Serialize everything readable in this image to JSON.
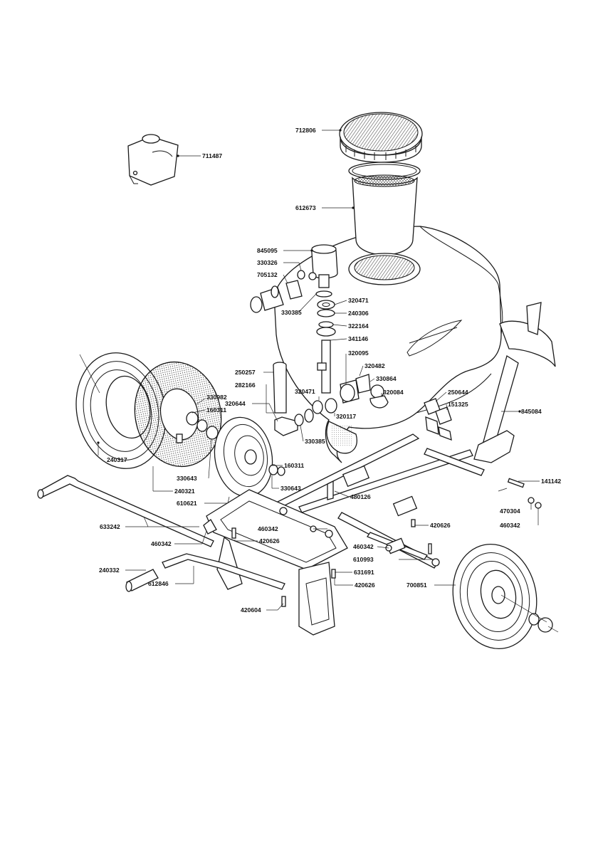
{
  "labels": {
    "p711487": "711487",
    "p712806": "712806",
    "p612673": "612673",
    "p845095": "845095",
    "p330326": "330326",
    "p705132": "705132",
    "p330385a": "330385",
    "p320471a": "320471",
    "p240306": "240306",
    "p322164": "322164",
    "p341146": "341146",
    "p320095": "320095",
    "p320482": "320482",
    "p330864": "330864",
    "p320084": "320084",
    "p250644": "250644",
    "p151325": "151325",
    "p845084": "845084",
    "p250257": "250257",
    "p282166": "282166",
    "p320644": "320644",
    "p320471b": "320471",
    "p320117": "320117",
    "p330385b": "330385",
    "p330982": "330982",
    "p160311a": "160311",
    "p240317": "240317",
    "p330643a": "330643",
    "p240321": "240321",
    "p610621": "610621",
    "p160311b": "160311",
    "p330643b": "330643",
    "p480126": "480126",
    "p141142": "141142",
    "p470304": "470304",
    "p460342a": "460342",
    "p633242": "633242",
    "p460342b": "460342",
    "p420626a": "420626",
    "p420626b": "420626",
    "p460342c": "460342",
    "p460342d": "460342",
    "p610993": "610993",
    "p240332": "240332",
    "p612846": "612846",
    "p631691": "631691",
    "p420626c": "420626",
    "p700851": "700851",
    "p420604": "420604"
  }
}
